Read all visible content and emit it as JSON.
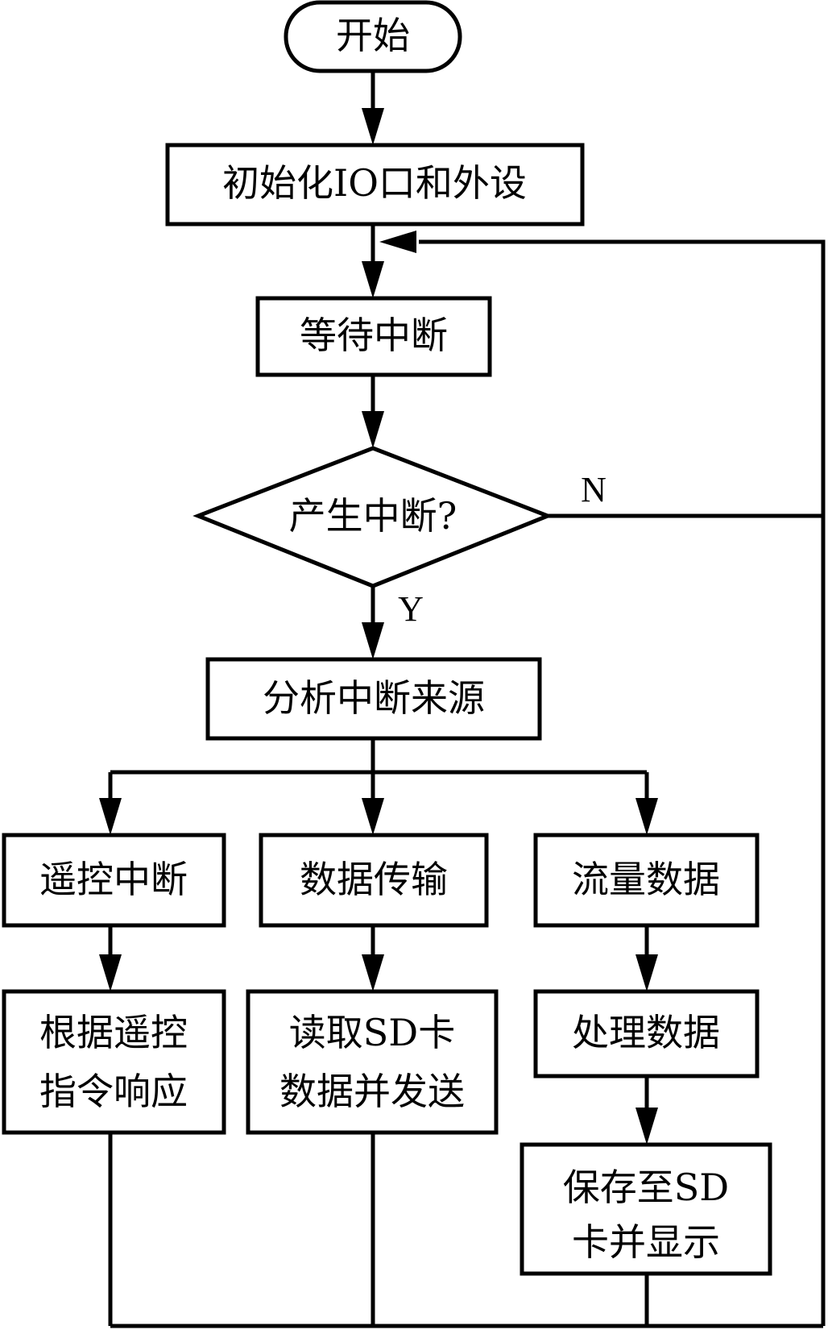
{
  "nodes": {
    "start": "开始",
    "init": "初始化IO口和外设",
    "wait": "等待中断",
    "decision": "产生中断?",
    "analyze": "分析中断来源",
    "remote": "遥控中断",
    "transfer": "数据传输",
    "flow": "流量数据",
    "remote_respond": [
      "根据遥控",
      "指令响应"
    ],
    "read_sd": [
      "读取SD卡",
      "数据并发送"
    ],
    "process": "处理数据",
    "save_sd": [
      "保存至SD",
      "卡并显示"
    ]
  },
  "edge_labels": {
    "yes": "Y",
    "no": "N"
  }
}
